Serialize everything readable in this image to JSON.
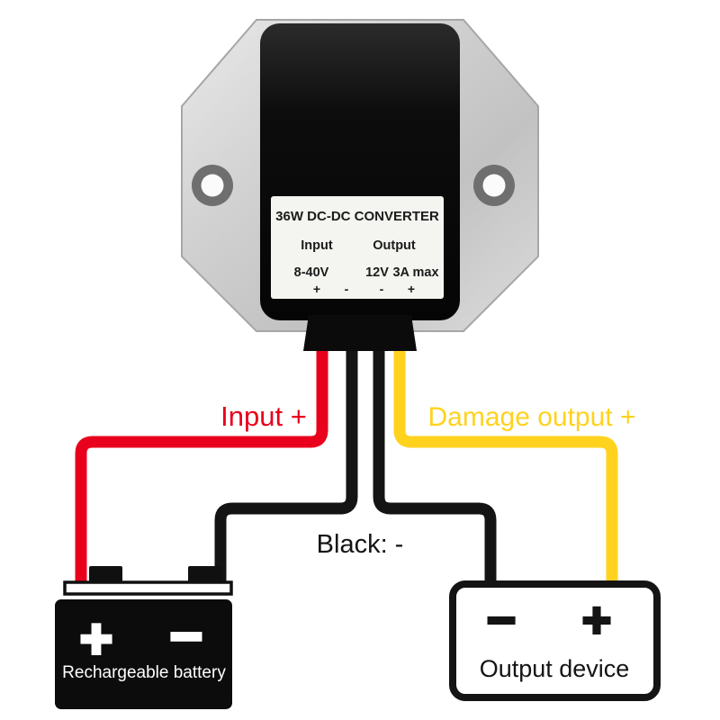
{
  "colors": {
    "red": "#e8001c",
    "yellow": "#ffd21e",
    "black": "#141414",
    "white": "#ffffff"
  },
  "converter": {
    "title": "36W DC-DC CONVERTER",
    "input_label": "Input",
    "output_label": "Output",
    "input_range": "8-40V",
    "output_voltage": "12V",
    "output_current": "3A max",
    "polarity": [
      "+",
      "-",
      "-",
      "+"
    ]
  },
  "wire_labels": {
    "input_plus": "Input +",
    "damage_output": "Damage output +",
    "black_minus": "Black: -"
  },
  "battery": {
    "plus": "+",
    "minus": "−",
    "label": "Rechargeable battery"
  },
  "output_device": {
    "minus": "−",
    "plus": "+",
    "label": "Output device"
  }
}
